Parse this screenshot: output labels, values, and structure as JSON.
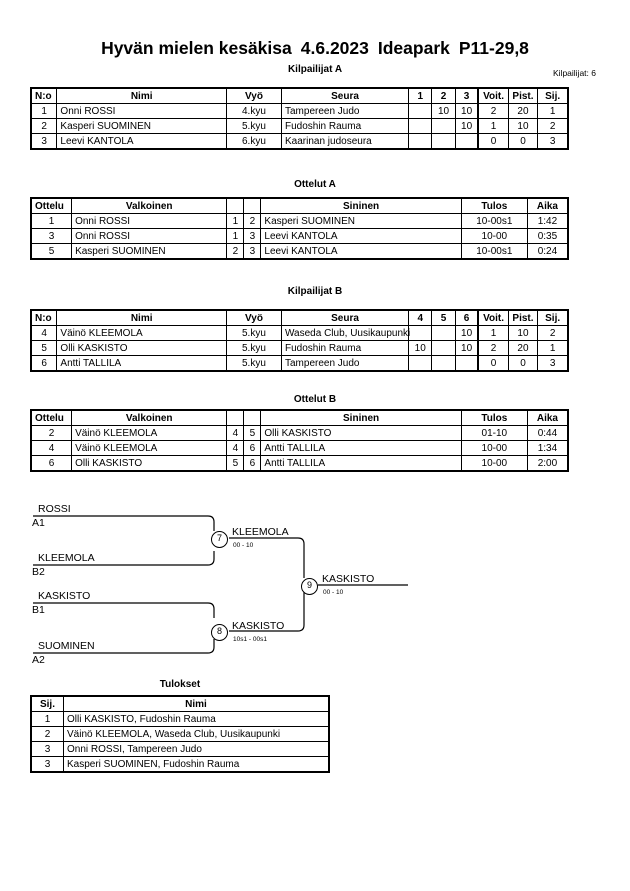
{
  "header": {
    "title_main": "Hyvän mielen kesäkisa",
    "title_date": "4.6.2023",
    "title_venue": "Ideapark",
    "title_category": "P11-29,8",
    "entrants_label": "Kilpailijat: 6"
  },
  "pool_a": {
    "caption": "Kilpailijat A",
    "columns": [
      "N:o",
      "Nimi",
      "Vyö",
      "Seura",
      "1",
      "2",
      "3",
      "Voit.",
      "Pist.",
      "Sij."
    ],
    "rows": [
      {
        "no": "1",
        "name": "Onni ROSSI",
        "belt": "4.kyu",
        "club": "Tampereen Judo",
        "m1": "",
        "m2": "10",
        "m3": "10",
        "wins": "2",
        "points": "20",
        "rank": "1"
      },
      {
        "no": "2",
        "name": "Kasperi SUOMINEN",
        "belt": "5.kyu",
        "club": "Fudoshin Rauma",
        "m1": "",
        "m2": "",
        "m3": "10",
        "wins": "1",
        "points": "10",
        "rank": "2"
      },
      {
        "no": "3",
        "name": "Leevi KANTOLA",
        "belt": "6.kyu",
        "club": "Kaarinan judoseura",
        "m1": "",
        "m2": "",
        "m3": "",
        "wins": "0",
        "points": "0",
        "rank": "3"
      }
    ]
  },
  "matches_a": {
    "caption": "Ottelut A",
    "columns": [
      "Ottelu",
      "Valkoinen",
      "",
      "",
      "Sininen",
      "Tulos",
      "Aika"
    ],
    "rows": [
      {
        "no": "1",
        "white": "Onni ROSSI",
        "wn": "1",
        "bn": "2",
        "blue": "Kasperi SUOMINEN",
        "result": "10-00s1",
        "time": "1:42"
      },
      {
        "no": "3",
        "white": "Onni ROSSI",
        "wn": "1",
        "bn": "3",
        "blue": "Leevi KANTOLA",
        "result": "10-00",
        "time": "0:35"
      },
      {
        "no": "5",
        "white": "Kasperi SUOMINEN",
        "wn": "2",
        "bn": "3",
        "blue": "Leevi KANTOLA",
        "result": "10-00s1",
        "time": "0:24"
      }
    ]
  },
  "pool_b": {
    "caption": "Kilpailijat B",
    "columns": [
      "N:o",
      "Nimi",
      "Vyö",
      "Seura",
      "4",
      "5",
      "6",
      "Voit.",
      "Pist.",
      "Sij."
    ],
    "rows": [
      {
        "no": "4",
        "name": "Väinö KLEEMOLA",
        "belt": "5.kyu",
        "club": "Waseda Club, Uusikaupunki",
        "m1": "",
        "m2": "",
        "m3": "10",
        "wins": "1",
        "points": "10",
        "rank": "2"
      },
      {
        "no": "5",
        "name": "Olli KASKISTO",
        "belt": "5.kyu",
        "club": "Fudoshin Rauma",
        "m1": "10",
        "m2": "",
        "m3": "10",
        "wins": "2",
        "points": "20",
        "rank": "1"
      },
      {
        "no": "6",
        "name": "Antti TALLILA",
        "belt": "5.kyu",
        "club": "Tampereen Judo",
        "m1": "",
        "m2": "",
        "m3": "",
        "wins": "0",
        "points": "0",
        "rank": "3"
      }
    ]
  },
  "matches_b": {
    "caption": "Ottelut B",
    "columns": [
      "Ottelu",
      "Valkoinen",
      "",
      "",
      "Sininen",
      "Tulos",
      "Aika"
    ],
    "rows": [
      {
        "no": "2",
        "white": "Väinö KLEEMOLA",
        "wn": "4",
        "bn": "5",
        "blue": "Olli KASKISTO",
        "result": "01-10",
        "time": "0:44"
      },
      {
        "no": "4",
        "white": "Väinö KLEEMOLA",
        "wn": "4",
        "bn": "6",
        "blue": "Antti TALLILA",
        "result": "10-00",
        "time": "1:34"
      },
      {
        "no": "6",
        "white": "Olli KASKISTO",
        "wn": "5",
        "bn": "6",
        "blue": "Antti TALLILA",
        "result": "10-00",
        "time": "2:00"
      }
    ]
  },
  "bracket": {
    "entries": [
      {
        "name": "ROSSI",
        "seed": "A1"
      },
      {
        "name": "KLEEMOLA",
        "seed": "B2"
      },
      {
        "name": "KASKISTO",
        "seed": "B1"
      },
      {
        "name": "SUOMINEN",
        "seed": "A2"
      }
    ],
    "semifinal_top": {
      "number": "7",
      "winner": "KLEEMOLA",
      "score": "00 - 10"
    },
    "semifinal_bottom": {
      "number": "8",
      "winner": "KASKISTO",
      "score": "10s1 - 00s1"
    },
    "final": {
      "number": "9",
      "winner": "KASKISTO",
      "score": "00 - 10"
    }
  },
  "results": {
    "caption": "Tulokset",
    "columns": [
      "Sij.",
      "Nimi"
    ],
    "rows": [
      {
        "pos": "1",
        "name": "Olli KASKISTO, Fudoshin Rauma"
      },
      {
        "pos": "2",
        "name": "Väinö KLEEMOLA, Waseda Club, Uusikaupunki"
      },
      {
        "pos": "3",
        "name": "Onni ROSSI, Tampereen Judo"
      },
      {
        "pos": "3",
        "name": "Kasperi SUOMINEN, Fudoshin Rauma"
      }
    ]
  }
}
